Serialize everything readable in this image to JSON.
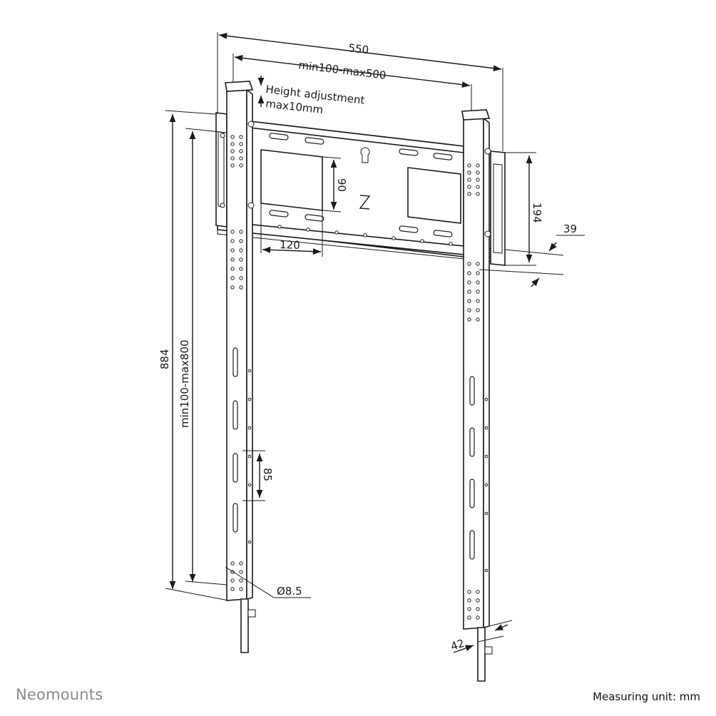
{
  "dimensions": {
    "overall_width": "550",
    "vesa_horizontal": "min100-max500",
    "height_adjustment_line1": "Height adjustment",
    "height_adjustment_line2": "max10mm",
    "overall_height": "884",
    "vesa_vertical": "min100-max800",
    "rail_height": "194",
    "depth": "39",
    "square_height": "90",
    "square_width": "120",
    "slot_pitch": "85",
    "hole_diameter": "Ø8.5",
    "arm_depth": "42"
  },
  "footer": {
    "brand": "Neomounts",
    "measuring_unit": "Measuring unit: mm"
  },
  "icons": {
    "logo_mark": "z-logo-icon",
    "keyhole": "keyhole-icon"
  }
}
